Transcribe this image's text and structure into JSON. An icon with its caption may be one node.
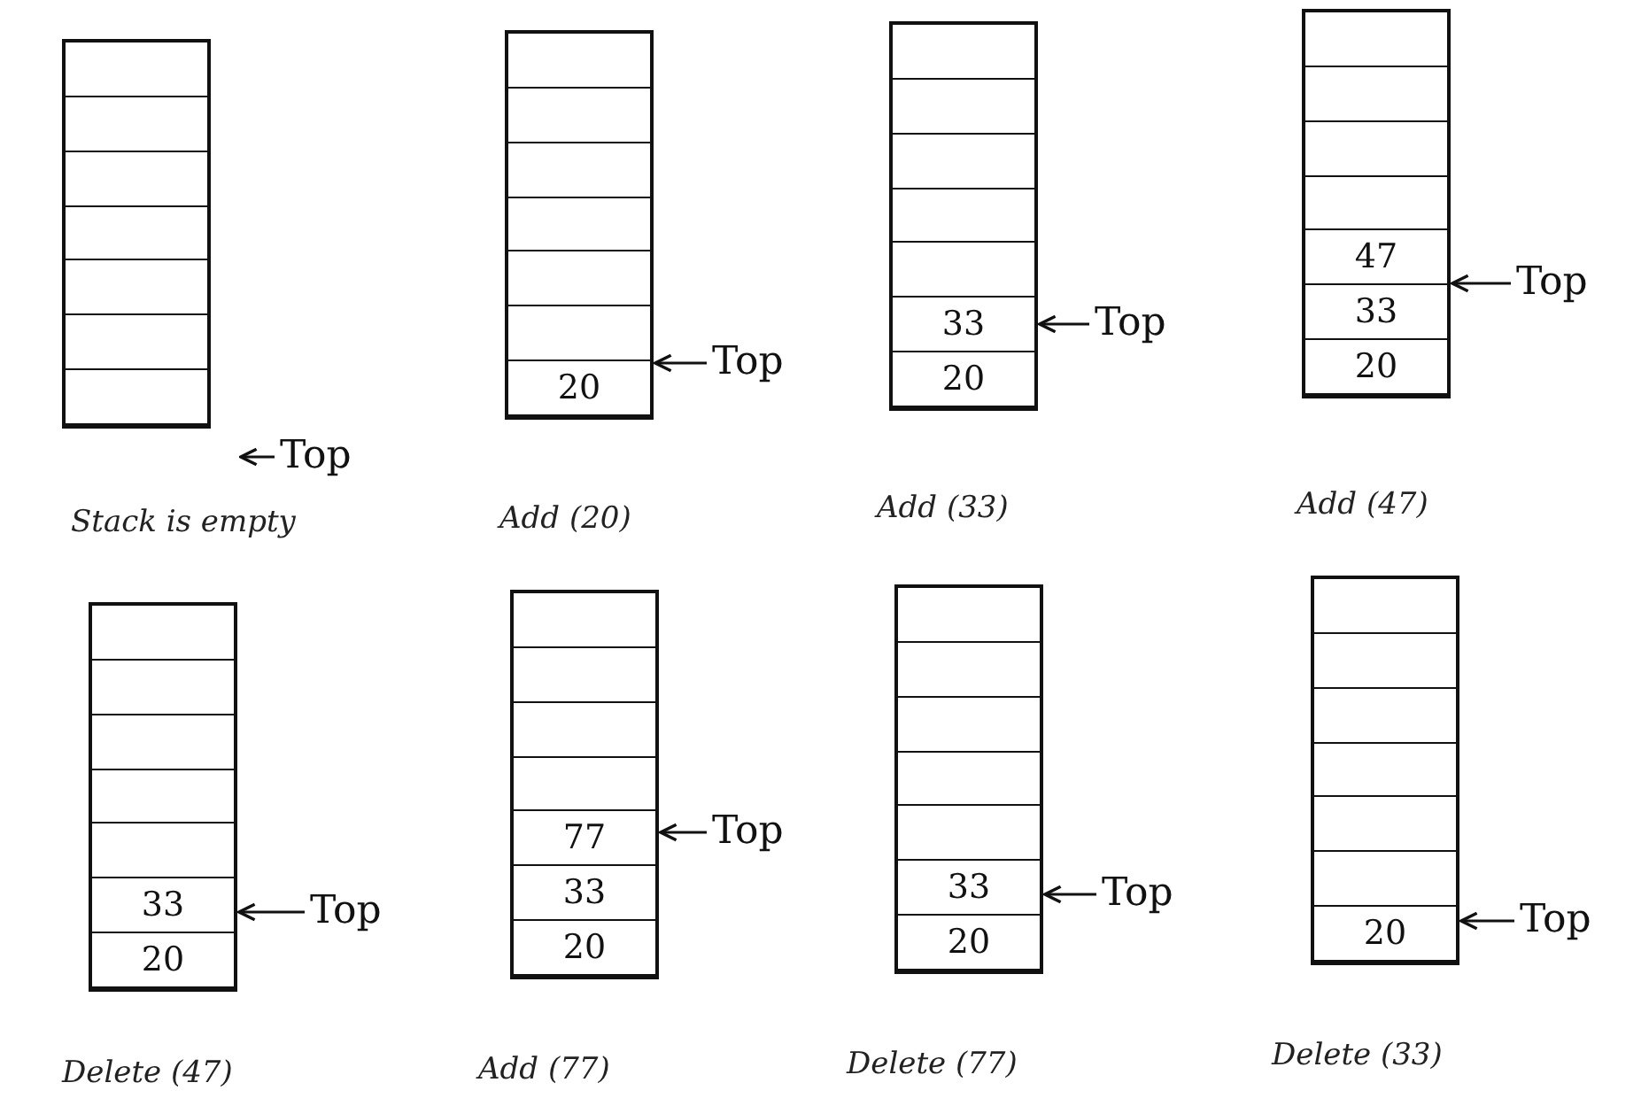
{
  "diagram": {
    "nodes": [
      {
        "text": [],
        "shape": "box"
      },
      {
        "text": [],
        "shape": "box",
        "in": 0
      },
      {
        "text": [],
        "shape": "box",
        "in": 0
      },
      {
        "text": [],
        "shape": "box",
        "in": 0
      },
      {
        "text": [],
        "shape": "box",
        "in": 0
      },
      {
        "text": [],
        "shape": "box",
        "in": 0
      },
      {
        "text": [],
        "shape": "box",
        "in": 0
      },
      {
        "text": [],
        "shape": "box",
        "in": 0
      },
      {
        "text": [
          "Top"
        ]
      },
      {
        "text": [],
        "shape": "box"
      },
      {
        "text": [],
        "shape": "box",
        "in": 9
      },
      {
        "text": [],
        "shape": "box",
        "in": 9
      },
      {
        "text": [],
        "shape": "box",
        "in": 9
      },
      {
        "text": [],
        "shape": "box",
        "in": 9
      },
      {
        "text": [],
        "shape": "box",
        "in": 9
      },
      {
        "text": [],
        "shape": "box",
        "in": 9
      },
      {
        "text": [
          "20"
        ],
        "in": 9
      },
      {
        "text": [
          "Top"
        ]
      },
      {
        "text": [],
        "shape": "box"
      },
      {
        "text": [],
        "shape": "box",
        "in": 18
      },
      {
        "text": [],
        "shape": "box",
        "in": 18
      },
      {
        "text": [],
        "shape": "box",
        "in": 18
      },
      {
        "text": [],
        "shape": "box",
        "in": 18
      },
      {
        "text": [],
        "shape": "box",
        "in": 18
      },
      {
        "text": [
          "33"
        ],
        "in": 18
      },
      {
        "text": [
          "20"
        ],
        "in": 18
      },
      {
        "text": [
          "Top"
        ]
      },
      {
        "text": [],
        "shape": "box"
      },
      {
        "text": [],
        "shape": "box",
        "in": 27
      },
      {
        "text": [],
        "shape": "box",
        "in": 27
      },
      {
        "text": [],
        "shape": "box",
        "in": 27
      },
      {
        "text": [],
        "shape": "box",
        "in": 27
      },
      {
        "text": [
          "47"
        ],
        "in": 27
      },
      {
        "text": [
          "33"
        ],
        "in": 27
      },
      {
        "text": [
          "20"
        ],
        "in": 27
      },
      {
        "text": [
          "Top"
        ]
      },
      {
        "text": [],
        "shape": "box"
      },
      {
        "text": [],
        "shape": "box",
        "in": 36
      },
      {
        "text": [],
        "shape": "box",
        "in": 36
      },
      {
        "text": [],
        "shape": "box",
        "in": 36
      },
      {
        "text": [],
        "shape": "box",
        "in": 36
      },
      {
        "text": [],
        "shape": "box",
        "in": 36
      },
      {
        "text": [
          "33"
        ],
        "in": 36
      },
      {
        "text": [
          "20"
        ],
        "in": 36
      },
      {
        "text": [
          "Top"
        ]
      },
      {
        "text": [],
        "shape": "box"
      },
      {
        "text": [],
        "shape": "box",
        "in": 45
      },
      {
        "text": [],
        "shape": "box",
        "in": 45
      },
      {
        "text": [],
        "shape": "box",
        "in": 45
      },
      {
        "text": [],
        "shape": "box",
        "in": 45
      },
      {
        "text": [
          "77"
        ],
        "in": 45
      },
      {
        "text": [
          "33"
        ],
        "in": 45
      },
      {
        "text": [
          "20"
        ],
        "in": 45
      },
      {
        "text": [
          "Top"
        ]
      },
      {
        "text": [],
        "shape": "box"
      },
      {
        "text": [],
        "shape": "box",
        "in": 54
      },
      {
        "text": [],
        "shape": "box",
        "in": 54
      },
      {
        "text": [],
        "shape": "box",
        "in": 54
      },
      {
        "text": [],
        "shape": "box",
        "in": 54
      },
      {
        "text": [],
        "shape": "box",
        "in": 54
      },
      {
        "text": [
          "33"
        ],
        "in": 54
      },
      {
        "text": [
          "20"
        ],
        "in": 54
      },
      {
        "text": [
          "Top"
        ]
      },
      {
        "text": [],
        "shape": "box"
      },
      {
        "text": [],
        "shape": "box",
        "in": 63
      },
      {
        "text": [],
        "shape": "box",
        "in": 63
      },
      {
        "text": [],
        "shape": "box",
        "in": 63
      },
      {
        "text": [],
        "shape": "box",
        "in": 63
      },
      {
        "text": [],
        "shape": "box",
        "in": 63
      },
      {
        "text": [],
        "shape": "box",
        "in": 63
      },
      {
        "text": [
          "20"
        ],
        "in": 63
      },
      {
        "text": [
          "Top"
        ]
      }
    ],
    "edges": [
      {
        "from": 8,
        "to": null,
        "arrow": "to"
      },
      {
        "from": 17,
        "to": 16,
        "arrow": "to"
      },
      {
        "from": 26,
        "to": 24,
        "arrow": "to"
      },
      {
        "from": 35,
        "to": 32,
        "arrow": "to"
      },
      {
        "from": 44,
        "to": 42,
        "arrow": "to"
      },
      {
        "from": 53,
        "to": 50,
        "arrow": "to"
      },
      {
        "from": 62,
        "to": 60,
        "arrow": "to"
      },
      {
        "from": 71,
        "to": 70,
        "arrow": "to"
      }
    ],
    "labels": [
      "Stack is empty",
      "Add (20)",
      "Add (33)",
      "Add (47)",
      "Delete (47)",
      "Add (77)",
      "Delete (77)",
      "Delete (33)"
    ]
  }
}
